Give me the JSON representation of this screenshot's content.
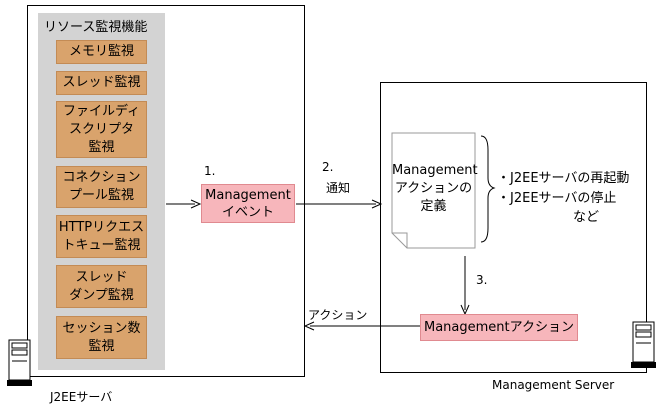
{
  "j2ee_server": {
    "label": "J2EEサーバ",
    "panel_title": "リソース監視機能",
    "features": [
      "メモリ監視",
      "スレッド監視",
      "ファイルディ\nスクリプタ\n監視",
      "コネクション\nプール監視",
      "HTTPリクエス\nトキュー監視",
      "スレッド\nダンプ監視",
      "セッション数\n監視"
    ]
  },
  "management_event": {
    "step": "1.",
    "label": "Management\nイベント"
  },
  "notify": {
    "step": "2.",
    "label": "通知"
  },
  "management_server": {
    "label": "Management Server",
    "document": "Management\nアクションの\n定義",
    "examples": [
      "・J2EEサーバの再起動",
      "・J2EEサーバの停止",
      "など"
    ],
    "step3": "3.",
    "management_action": "Managementアクション"
  },
  "action_arrow_label": "アクション",
  "colors": {
    "feature_fill": "#d9a36c",
    "panel_fill": "#d3d3d3",
    "pink_fill": "#f7b6bb"
  }
}
